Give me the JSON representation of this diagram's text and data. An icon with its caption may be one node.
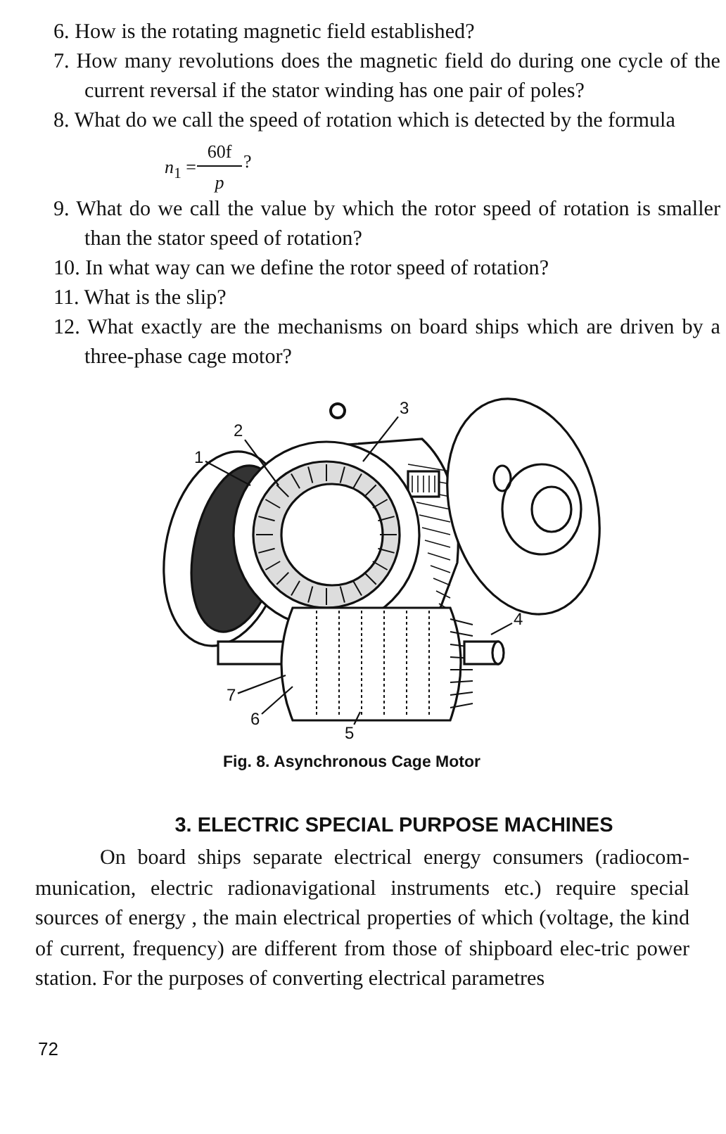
{
  "diagram": {
    "caption": "Fig. 8. Asynchronous Cage Motor",
    "nodes": [
      {
        "text": [
          "3"
        ]
      },
      {
        "text": [
          "2"
        ]
      },
      {
        "text": [
          "1"
        ]
      },
      {
        "text": [
          "4"
        ]
      },
      {
        "text": [
          "7"
        ]
      },
      {
        "text": [
          "6"
        ]
      },
      {
        "text": [
          "5"
        ]
      }
    ],
    "edges": [
      {
        "from": 0,
        "to": null,
        "arrow": "none"
      },
      {
        "from": 1,
        "to": null,
        "arrow": "none"
      },
      {
        "from": 2,
        "to": null,
        "arrow": "none"
      },
      {
        "from": 3,
        "to": null,
        "arrow": "none"
      },
      {
        "from": 4,
        "to": null,
        "arrow": "none"
      },
      {
        "from": 5,
        "to": null,
        "arrow": "none"
      },
      {
        "from": 6,
        "to": null,
        "arrow": "none"
      }
    ],
    "labels": [
      "6. How is the rotating magnetic field established?",
      "7. How many revolutions does the magnetic field do during one cycle of the current reversal if the stator winding has one pair of poles?",
      "8. What do we call the speed of rotation which is detected by the formula",
      "*n*$_{1}$ =",
      "60f",
      "p",
      "?",
      "9. What do we call the value by which the rotor  speed of rotation is smaller than the stator speed of rotation?",
      "10. In what way can we define the rotor speed of rotation?",
      "11. What is the slip?",
      "12. What exactly are the mechanisms on board ships which are driven by a three-phase cage motor?",
      "3. ELECTRIC SPECIAL PURPOSE MACHINES",
      "On board ships separate electrical energy consumers (radiocom-munication, electric radionavigational  instruments etc.) require special sources of energy , the main electrical properties of which  (voltage, the kind of current, frequency) are different from those of shipboard elec-tric power station. For the purposes of converting electrical parametres",
      "72"
    ]
  }
}
